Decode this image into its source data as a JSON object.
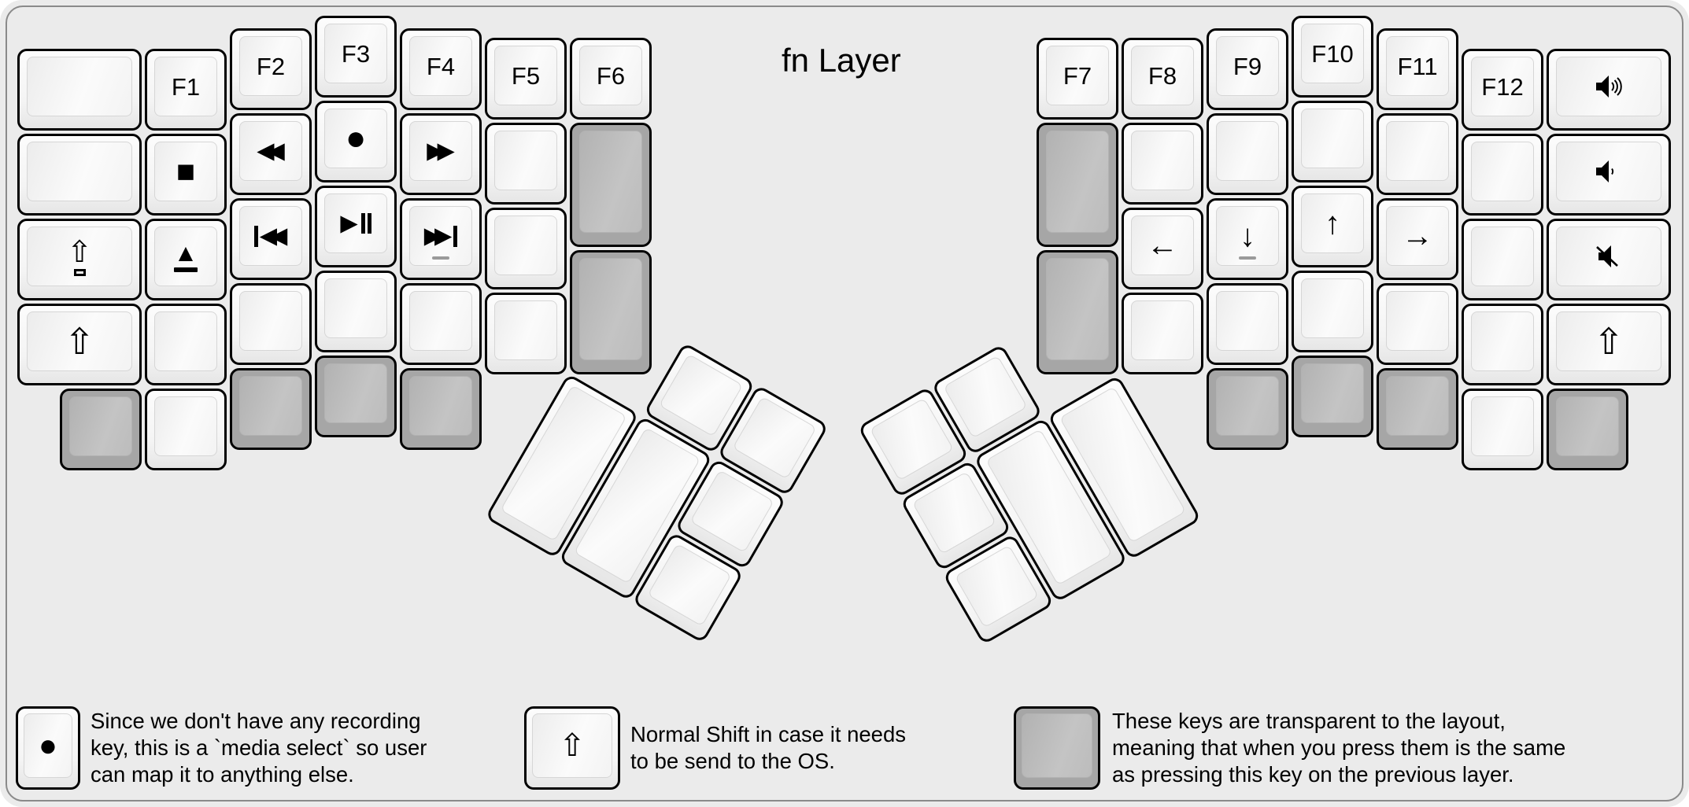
{
  "title": "fn Layer",
  "labels": {
    "f1": "F1",
    "f2": "F2",
    "f3": "F3",
    "f4": "F4",
    "f5": "F5",
    "f6": "F6",
    "f7": "F7",
    "f8": "F8",
    "f9": "F9",
    "f10": "F10",
    "f11": "F11",
    "f12": "F12"
  },
  "glyphs": {
    "stop": "■",
    "record": "●",
    "eject": "▲",
    "shift": "⇧",
    "tri_left": "◀",
    "tri_right": "▶",
    "arrow_left": "←",
    "arrow_down": "↓",
    "arrow_up": "↑",
    "arrow_right": "→"
  },
  "legend": [
    {
      "lines": [
        "Since we don't have any recording",
        "key, this is a `media select` so user",
        "can map it to anything else."
      ]
    },
    {
      "lines": [
        "Normal Shift in case it needs",
        "to be send to the OS."
      ]
    },
    {
      "lines": [
        "These keys are transparent to the layout,",
        "meaning that when you press them is the same",
        "as pressing this key on the previous layer."
      ]
    }
  ],
  "colors": {
    "canvas_bg": "#ebebeb",
    "frame_border": "#8a8a8a",
    "key_white": "#fbfbfb",
    "key_gray_body": "#a6a6a6",
    "key_gray_top": "#c0c0c0",
    "key_border": "#000000",
    "text": "#000000",
    "homing_dash": "#9a9a9a"
  }
}
